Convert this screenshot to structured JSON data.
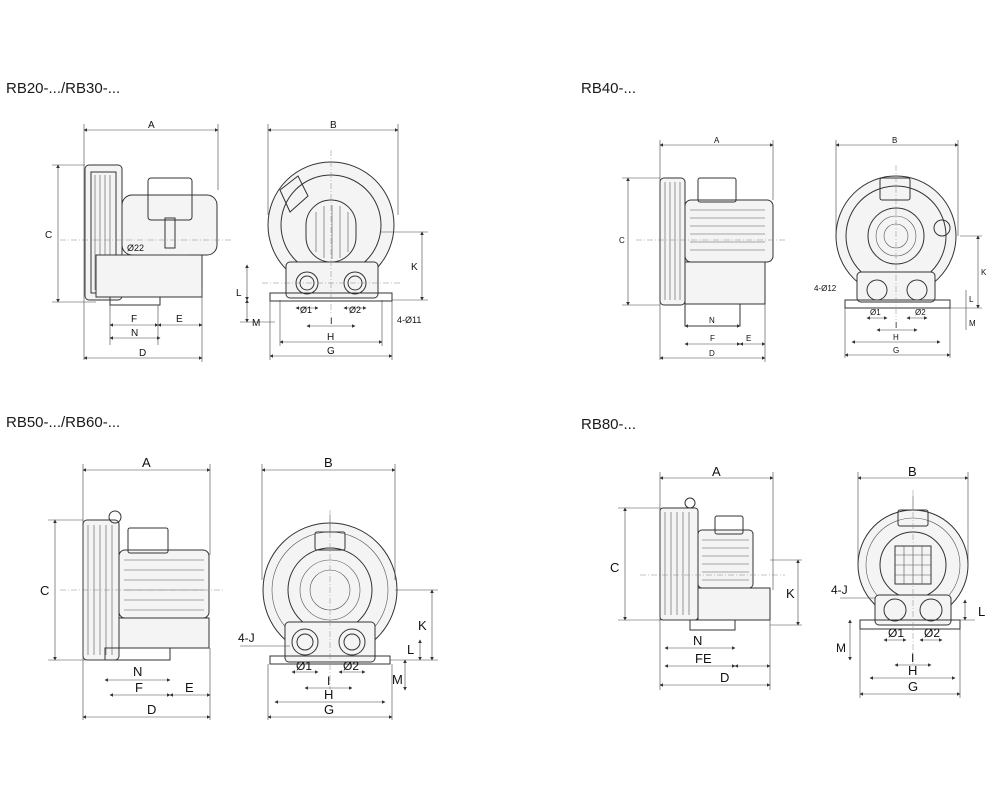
{
  "views": [
    {
      "title": "RB20-.../RB30-...",
      "side": {
        "A": "A",
        "C": "C",
        "phi": "Ø22",
        "F": "F",
        "E": "E",
        "N": "N",
        "D": "D"
      },
      "front": {
        "B": "B",
        "K": "K",
        "L": "L",
        "M": "M",
        "d1": "Ø1",
        "d2": "Ø2",
        "I": "I",
        "H": "H",
        "G": "G",
        "holes": "4-Ø11"
      }
    },
    {
      "title": "RB40-...",
      "side": {
        "A": "A",
        "C": "C",
        "N": "N",
        "F": "F",
        "E": "E",
        "D": "D"
      },
      "front": {
        "B": "B",
        "K": "K",
        "L": "L",
        "M": "M",
        "holes": "4-Ø12",
        "d1": "Ø1",
        "d2": "Ø2",
        "I": "I",
        "H": "H",
        "G": "G"
      }
    },
    {
      "title": "RB50-.../RB60-...",
      "side": {
        "A": "A",
        "C": "C",
        "N": "N",
        "F": "F",
        "E": "E",
        "D": "D"
      },
      "front": {
        "B": "B",
        "K": "K",
        "L": "L",
        "M": "M",
        "holes": "4-J",
        "d1": "Ø1",
        "d2": "Ø2",
        "I": "I",
        "H": "H",
        "G": "G"
      }
    },
    {
      "title": "RB80-...",
      "side": {
        "A": "A",
        "C": "C",
        "K": "K",
        "N": "N",
        "FE": "FE",
        "D": "D"
      },
      "front": {
        "B": "B",
        "holes": "4-J",
        "L": "L",
        "M": "M",
        "d1": "Ø1",
        "d2": "Ø2",
        "I": "I",
        "H": "H",
        "G": "G"
      }
    }
  ]
}
